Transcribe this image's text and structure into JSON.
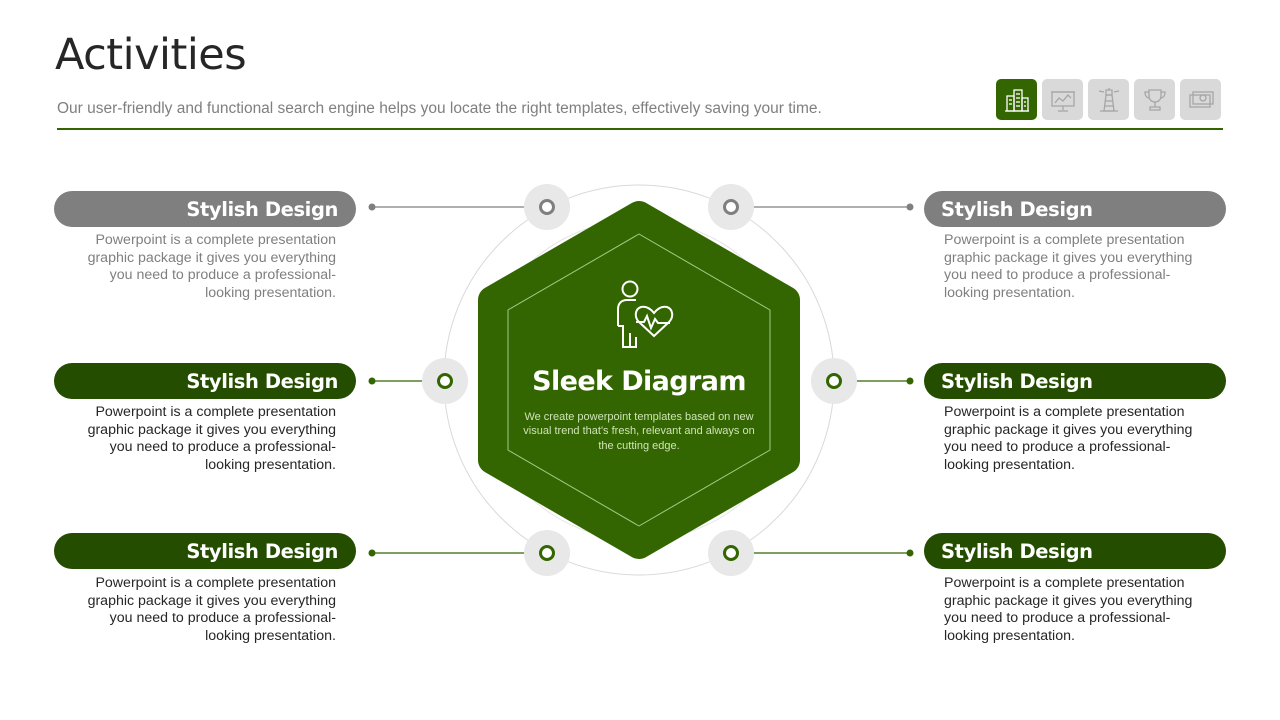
{
  "header": {
    "title": "Activities",
    "subtitle": "Our user-friendly and functional search engine helps you locate the right templates, effectively saving your time."
  },
  "toolbar": {
    "icons": [
      {
        "name": "building-icon",
        "active": true
      },
      {
        "name": "presentation-board-icon",
        "active": false
      },
      {
        "name": "lighthouse-icon",
        "active": false
      },
      {
        "name": "trophy-icon",
        "active": false
      },
      {
        "name": "money-icon",
        "active": false
      }
    ]
  },
  "center": {
    "icon": "person-heart-icon",
    "title": "Sleek Diagram",
    "description": "We create powerpoint templates based on new visual trend that's fresh, relevant and always on the cutting edge."
  },
  "items": [
    {
      "side": "left",
      "style": "gray",
      "title": "Stylish Design",
      "description": "Powerpoint is a complete presentation graphic package it gives you everything you need to produce a professional-looking presentation."
    },
    {
      "side": "left",
      "style": "dark",
      "title": "Stylish Design",
      "description": "Powerpoint is a complete presentation graphic package it gives you everything you need to produce a professional-looking presentation."
    },
    {
      "side": "left",
      "style": "dark",
      "title": "Stylish Design",
      "description": "Powerpoint is a complete presentation graphic package it gives you everything you need to produce a professional-looking presentation."
    },
    {
      "side": "right",
      "style": "gray",
      "title": "Stylish Design",
      "description": "Powerpoint is a complete presentation graphic package it gives you everything you need to produce a professional-looking presentation."
    },
    {
      "side": "right",
      "style": "dark",
      "title": "Stylish Design",
      "description": "Powerpoint is a complete presentation graphic package it gives you everything you need to produce a professional-looking presentation."
    },
    {
      "side": "right",
      "style": "dark",
      "title": "Stylish Design",
      "description": "Powerpoint is a complete presentation graphic package it gives you everything you need to produce a professional-looking presentation."
    }
  ],
  "colors": {
    "accent": "#336600",
    "accent_dark": "#254d00",
    "gray": "#7f7f7f",
    "light_gray": "#d9d9d9"
  }
}
